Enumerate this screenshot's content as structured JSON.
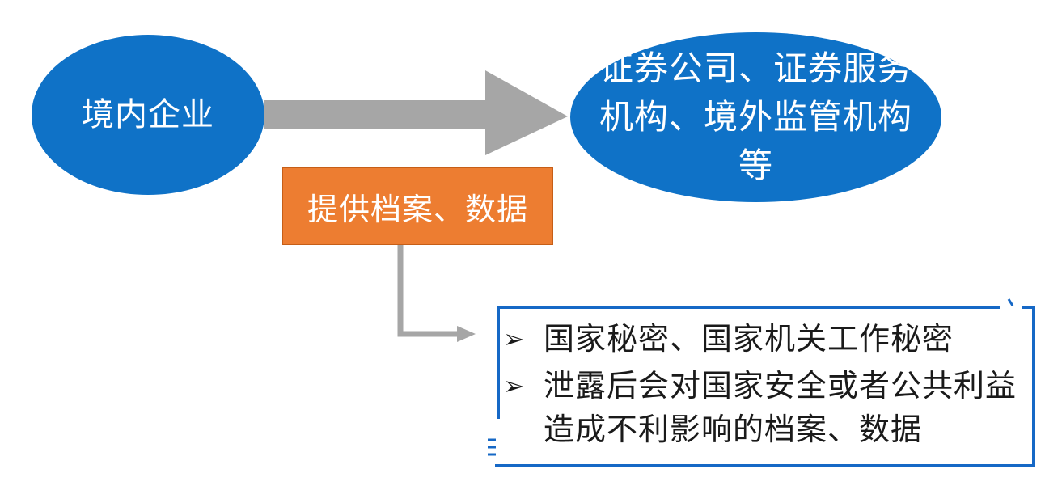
{
  "diagram": {
    "source_node": {
      "label": "境内企业"
    },
    "target_node": {
      "label": "证券公司、证券服务机构、境外监管机构等"
    },
    "flow_label": {
      "label": "提供档案、数据"
    },
    "restriction_list": {
      "bullet_glyph": "➢",
      "items": [
        {
          "text": "国家秘密、国家机关工作秘密"
        },
        {
          "text": "泄露后会对国家安全或者公共利益造成不利影响的档案、数据"
        }
      ]
    }
  },
  "colors": {
    "node_blue": "#0f72c7",
    "label_orange": "#ed7d31",
    "arrow_gray": "#a6a6a6",
    "bracket_blue": "#1668c6"
  }
}
